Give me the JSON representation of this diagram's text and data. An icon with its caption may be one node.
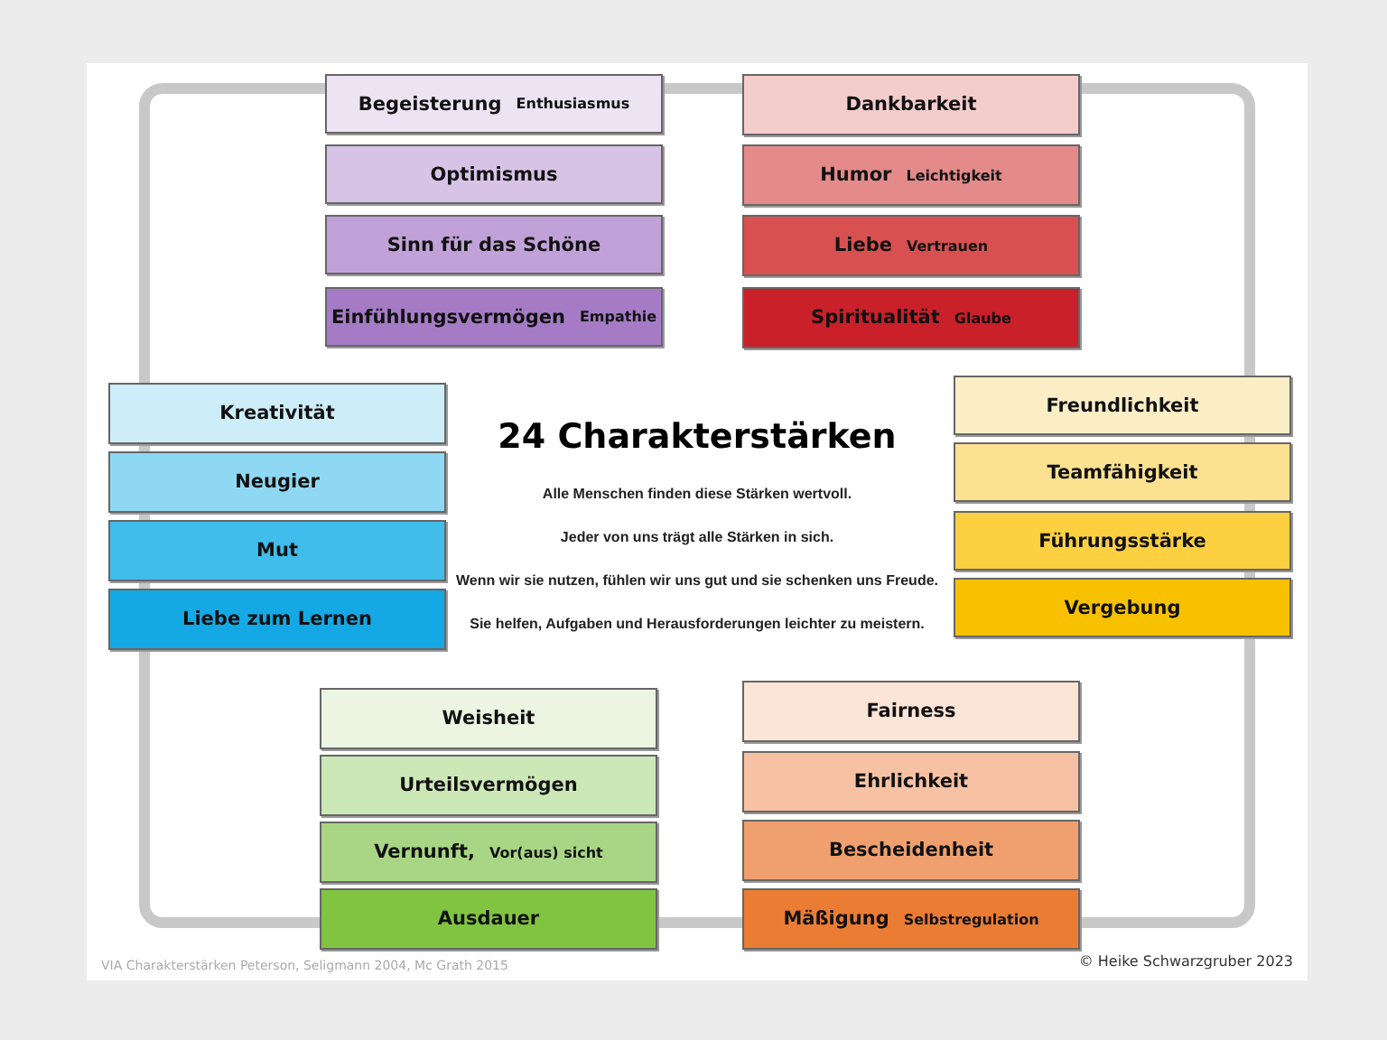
{
  "diagram": {
    "title": "24 Charakterstärken",
    "nodes": [
      {
        "text": [
          "Begeisterung",
          "Enthusiasmus"
        ]
      },
      {
        "text": [
          "Optimismus"
        ]
      },
      {
        "text": [
          "Sinn für das Schöne"
        ]
      },
      {
        "text": [
          "Einfühlungsvermögen",
          "Empathie"
        ]
      },
      {
        "text": [
          "Dankbarkeit"
        ]
      },
      {
        "text": [
          "Humor",
          "Leichtigkeit"
        ]
      },
      {
        "text": [
          "Liebe",
          "Vertrauen"
        ]
      },
      {
        "text": [
          "Spiritualität",
          "Glaube"
        ]
      },
      {
        "text": [
          "Kreativität"
        ]
      },
      {
        "text": [
          "Neugier"
        ]
      },
      {
        "text": [
          "Mut"
        ]
      },
      {
        "text": [
          "Liebe zum Lernen"
        ]
      },
      {
        "text": [
          "Freundlichkeit"
        ]
      },
      {
        "text": [
          "Teamfähigkeit"
        ]
      },
      {
        "text": [
          "Führungsstärke"
        ]
      },
      {
        "text": [
          "Vergebung"
        ]
      },
      {
        "text": [
          "Weisheit"
        ]
      },
      {
        "text": [
          "Urteilsvermögen"
        ]
      },
      {
        "text": [
          "Vernunft,",
          "Vor(aus) sicht"
        ]
      },
      {
        "text": [
          "Ausdauer"
        ]
      },
      {
        "text": [
          "Fairness"
        ]
      },
      {
        "text": [
          "Ehrlichkeit"
        ]
      },
      {
        "text": [
          "Bescheidenheit"
        ]
      },
      {
        "text": [
          "Mäßigung",
          "Selbstregulation"
        ]
      }
    ],
    "labels": [
      "Alle Menschen finden diese Stärken wertvoll.",
      "Jeder von uns trägt alle Stärken in sich.",
      "Wenn wir sie nutzen, fühlen wir uns gut und sie schenken uns Freude.",
      "Sie helfen, Aufgaben und Herausforderungen leichter zu meistern.",
      "VIA Charakterstärken Peterson, Seligmann 2004, Mc Grath 2015",
      "© Heike Schwarzgruber 2023"
    ]
  }
}
